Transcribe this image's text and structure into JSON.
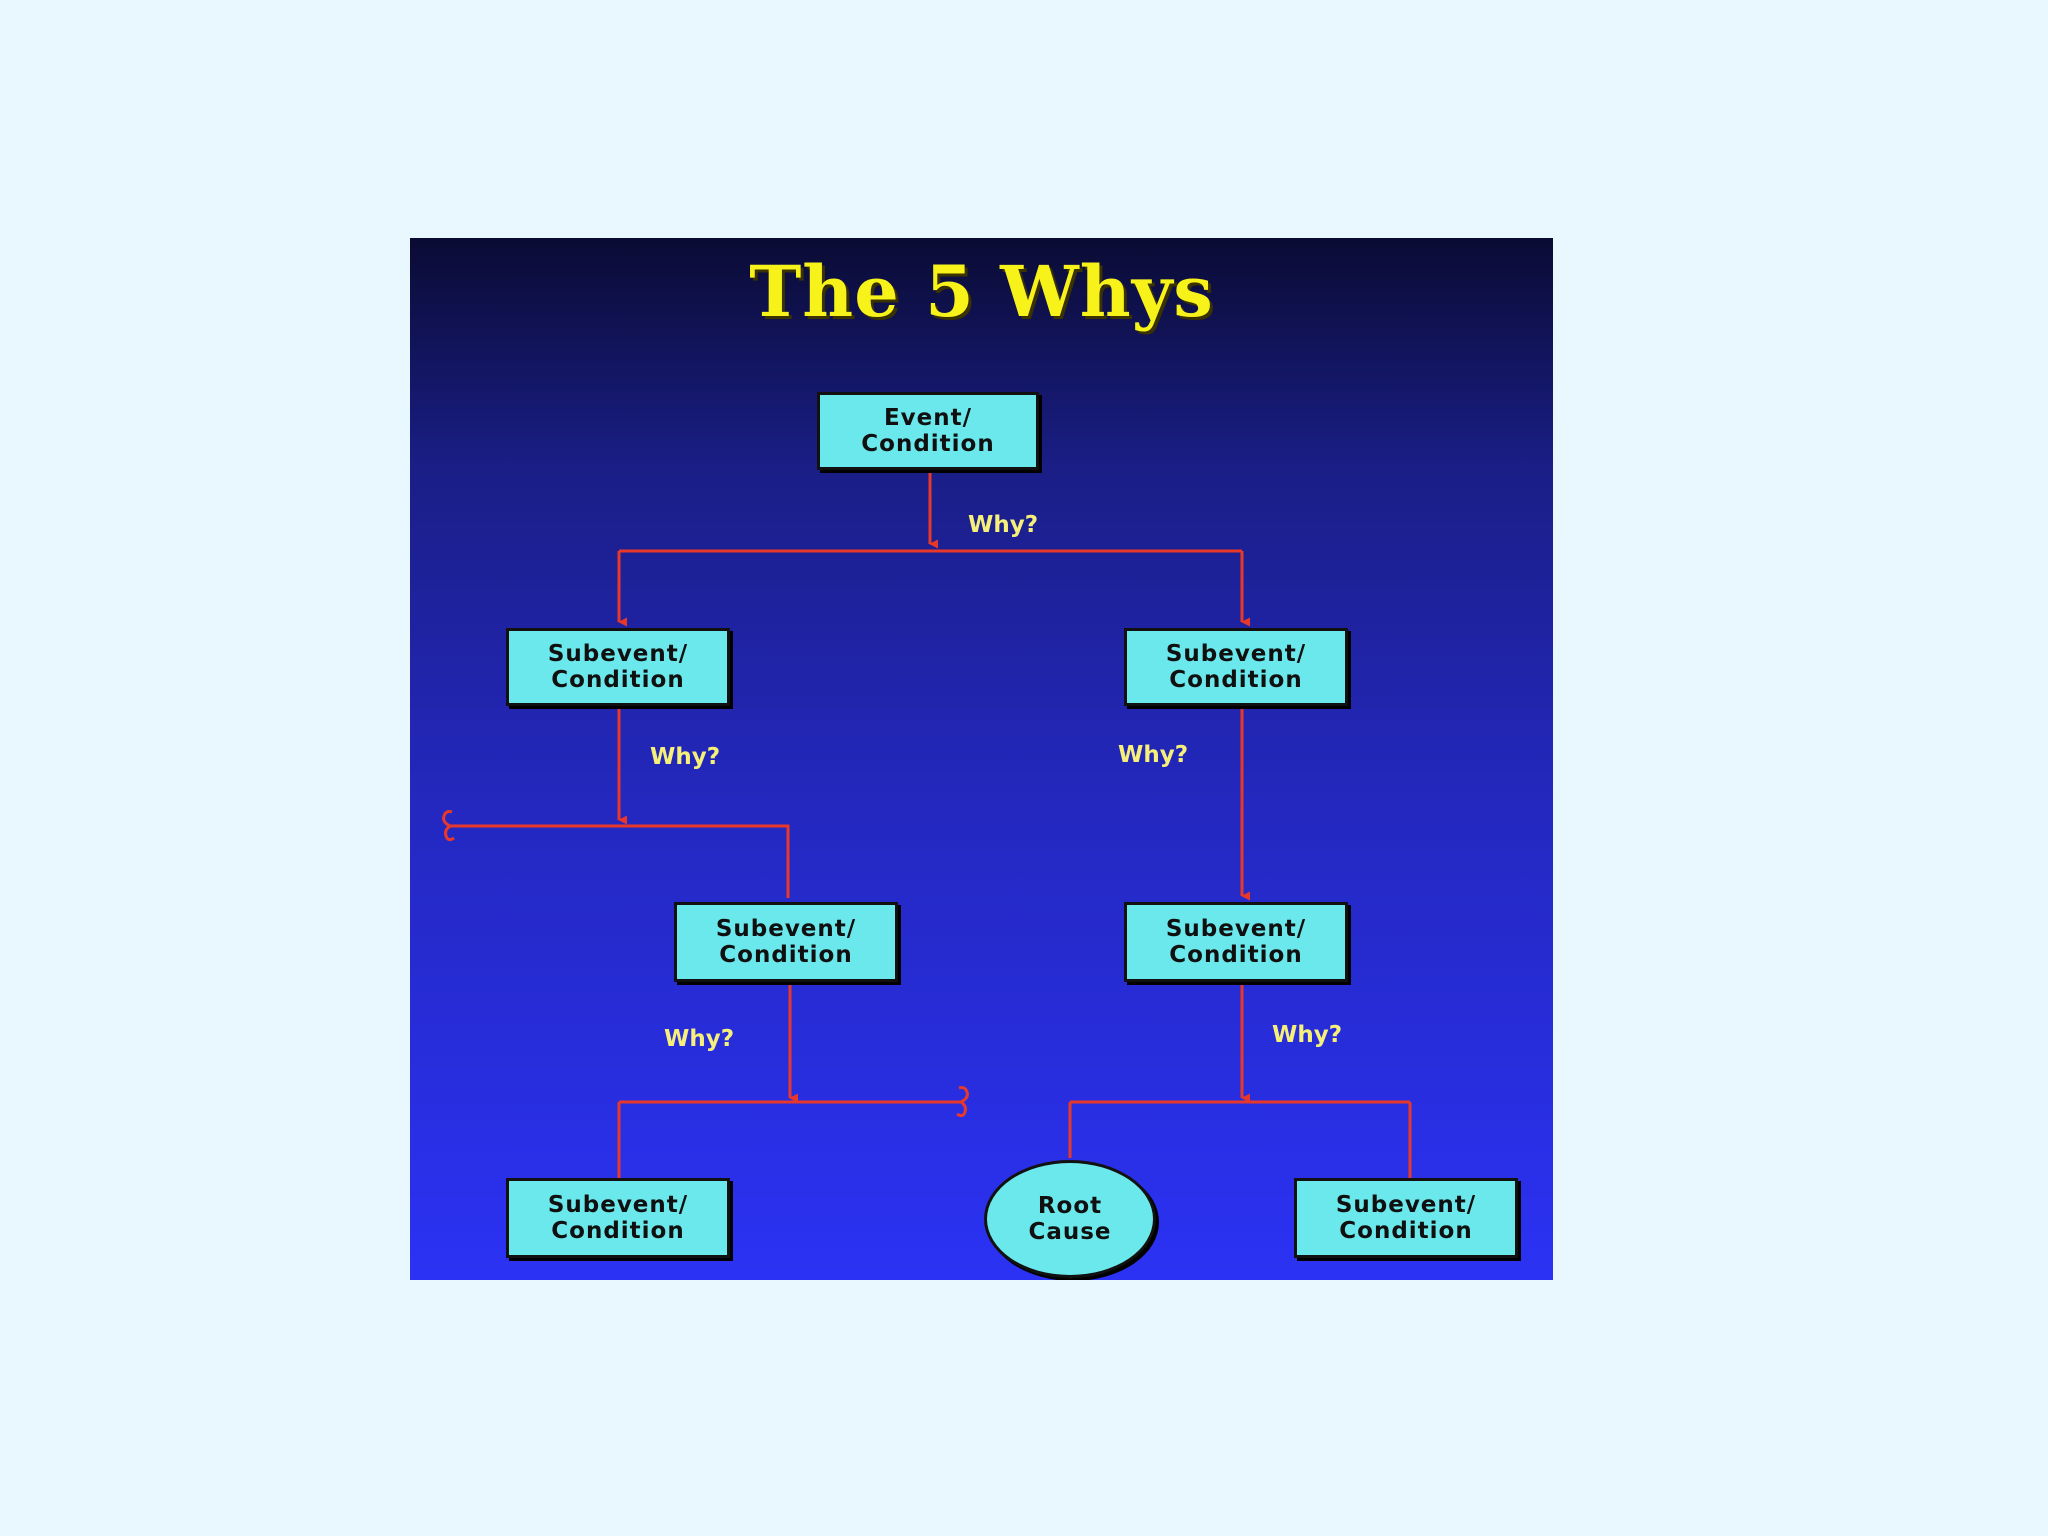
{
  "title": "The 5 Whys",
  "nodes": {
    "event": {
      "line1": "Event/",
      "line2": "Condition"
    },
    "sub_l1": {
      "line1": "Subevent/",
      "line2": "Condition"
    },
    "sub_r1": {
      "line1": "Subevent/",
      "line2": "Condition"
    },
    "sub_l2": {
      "line1": "Subevent/",
      "line2": "Condition"
    },
    "sub_r2": {
      "line1": "Subevent/",
      "line2": "Condition"
    },
    "sub_l3": {
      "line1": "Subevent/",
      "line2": "Condition"
    },
    "root": {
      "line1": "Root",
      "line2": "Cause"
    },
    "sub_r3": {
      "line1": "Subevent/",
      "line2": "Condition"
    }
  },
  "why_labels": {
    "w1": "Why?",
    "w2": "Why?",
    "w3": "Why?",
    "w4": "Why?",
    "w5": "Why?"
  },
  "colors": {
    "background_top": "#0a0b33",
    "background_bottom": "#2b32f4",
    "page_background": "#e9f7fe",
    "title": "#f6f21a",
    "node_fill": "#6be8ec",
    "arrow": "#e8382a",
    "why_text": "#f6f07a"
  }
}
